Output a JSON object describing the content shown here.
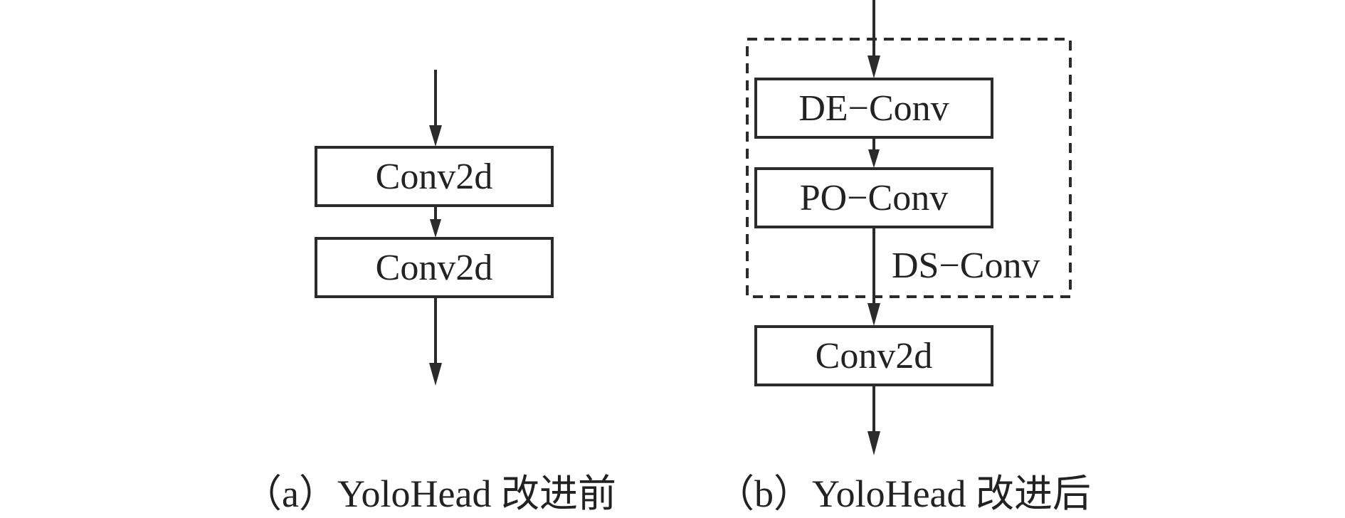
{
  "panel_a": {
    "caption": "（a）YoloHead 改进前",
    "blocks": [
      "Conv2d",
      "Conv2d"
    ]
  },
  "panel_b": {
    "caption": "（b）YoloHead 改进后",
    "group_label": "DS−Conv",
    "group_blocks": [
      "DE−Conv",
      "PO−Conv"
    ],
    "after_block": "Conv2d"
  },
  "colors": {
    "stroke": "#2b2b2b",
    "text": "#222222",
    "background": "#ffffff"
  }
}
